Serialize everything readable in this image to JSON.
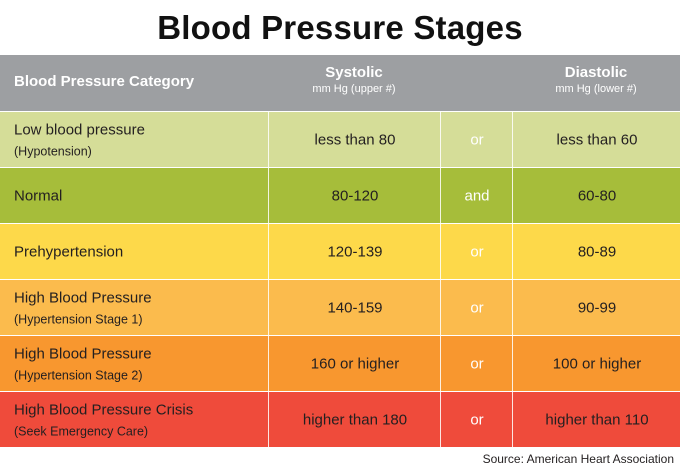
{
  "title": "Blood Pressure Stages",
  "header": {
    "category": "Blood Pressure Category",
    "systolic": "Systolic",
    "systolic_unit": "mm Hg (upper #)",
    "diastolic": "Diastolic",
    "diastolic_unit": "mm Hg (lower #)",
    "background": "#9d9fa2"
  },
  "rows": [
    {
      "name": "Low blood pressure",
      "note": "(Hypotension)",
      "systolic": "less than 80",
      "conjunction": "or",
      "diastolic": "less than 60",
      "color": "#d5dd98"
    },
    {
      "name": "Normal",
      "note": "",
      "systolic": "80-120",
      "conjunction": "and",
      "diastolic": "60-80",
      "color": "#a6bd3a"
    },
    {
      "name": "Prehypertension",
      "note": "",
      "systolic": "120-139",
      "conjunction": "or",
      "diastolic": "80-89",
      "color": "#fdd94a"
    },
    {
      "name": "High Blood Pressure",
      "note": "(Hypertension Stage 1)",
      "systolic": "140-159",
      "conjunction": "or",
      "diastolic": "90-99",
      "color": "#fbbb4d"
    },
    {
      "name": "High Blood Pressure",
      "note": "(Hypertension Stage 2)",
      "systolic": "160 or higher",
      "conjunction": "or",
      "diastolic": "100 or higher",
      "color": "#f8972f"
    },
    {
      "name": "High Blood Pressure Crisis",
      "note": "(Seek Emergency Care)",
      "systolic": "higher than 180",
      "conjunction": "or",
      "diastolic": "higher than 110",
      "color": "#ef4b3b"
    }
  ],
  "source": "Source: American Heart Association"
}
